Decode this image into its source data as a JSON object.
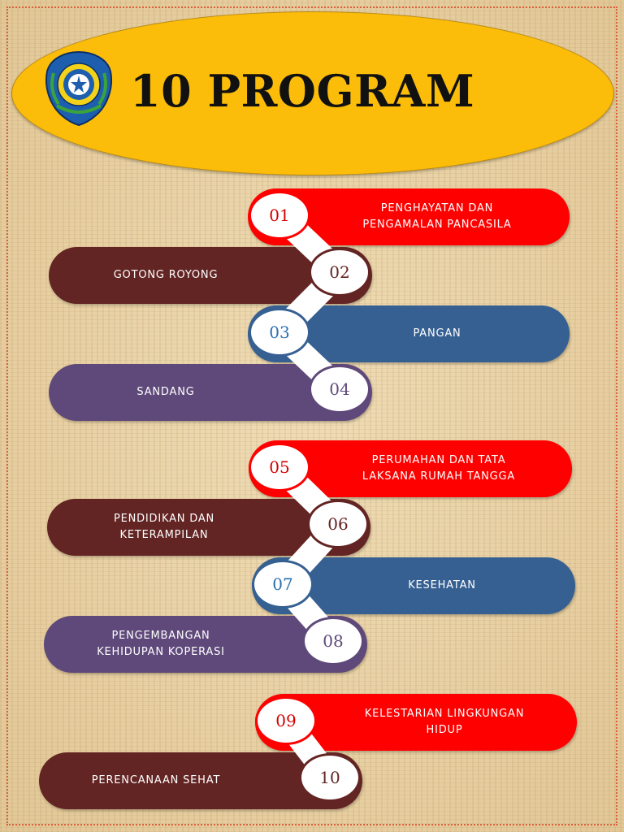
{
  "header": {
    "title": "10 PROGRAM"
  },
  "colors": {
    "red": "#ff0000",
    "maroon": "#632523",
    "blue": "#366092",
    "purple": "#5f497a",
    "header_oval": "#fbbd09"
  },
  "programs": [
    {
      "number": "01",
      "label": "PENGHAYATAN DAN\nPENGAMALAN PANCASILA",
      "color": "red"
    },
    {
      "number": "02",
      "label": "GOTONG ROYONG",
      "color": "maroon"
    },
    {
      "number": "03",
      "label": "PANGAN",
      "color": "blue"
    },
    {
      "number": "04",
      "label": "SANDANG",
      "color": "purple"
    },
    {
      "number": "05",
      "label": "PERUMAHAN DAN TATA\nLAKSANA RUMAH TANGGA",
      "color": "red"
    },
    {
      "number": "06",
      "label": "PENDIDIKAN DAN\nKETERAMPILAN",
      "color": "maroon"
    },
    {
      "number": "07",
      "label": "KESEHATAN",
      "color": "blue"
    },
    {
      "number": "08",
      "label": "PENGEMBANGAN\nKEHIDUPAN KOPERASI",
      "color": "purple"
    },
    {
      "number": "09",
      "label": "KELESTARIAN LINGKUNGAN\nHIDUP",
      "color": "red"
    },
    {
      "number": "10",
      "label": "PERENCANAAN SEHAT",
      "color": "maroon"
    }
  ]
}
